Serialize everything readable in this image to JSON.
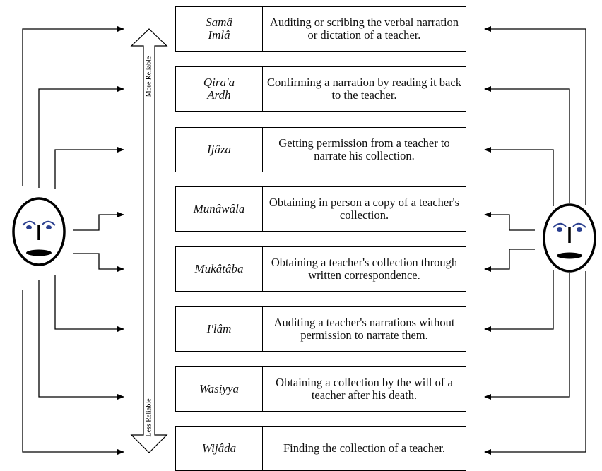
{
  "methods": [
    {
      "name_lines": [
        "Samâ",
        "Imlâ"
      ],
      "description": "Auditing or scribing the verbal narration or dictation of a teacher."
    },
    {
      "name_lines": [
        "Qira'a",
        "Ardh"
      ],
      "description": "Confirming a narration by reading it back to the teacher."
    },
    {
      "name_lines": [
        "Ijâza"
      ],
      "description": "Getting permission from a teacher to narrate his collection."
    },
    {
      "name_lines": [
        "Munâwâla"
      ],
      "description": "Obtaining in person a copy of a teacher's collection."
    },
    {
      "name_lines": [
        "Mukâtâba"
      ],
      "description": "Obtaining a teacher's collection through written correspondence."
    },
    {
      "name_lines": [
        "I'lâm"
      ],
      "description": "Auditing a teacher's narrations without permission to narrate them."
    },
    {
      "name_lines": [
        "Wasiyya"
      ],
      "description": "Obtaining a collection by the will of a teacher after his death."
    },
    {
      "name_lines": [
        "Wijâda"
      ],
      "description": "Finding the collection of a teacher."
    }
  ],
  "reliability_axis": {
    "top_label": "More Reliable",
    "bottom_label": "Less Reliable"
  },
  "colors": {
    "eye": "#2a3f8f",
    "line": "#000000"
  },
  "icons": {
    "left_figure": "face-icon",
    "right_figure": "face-icon"
  }
}
